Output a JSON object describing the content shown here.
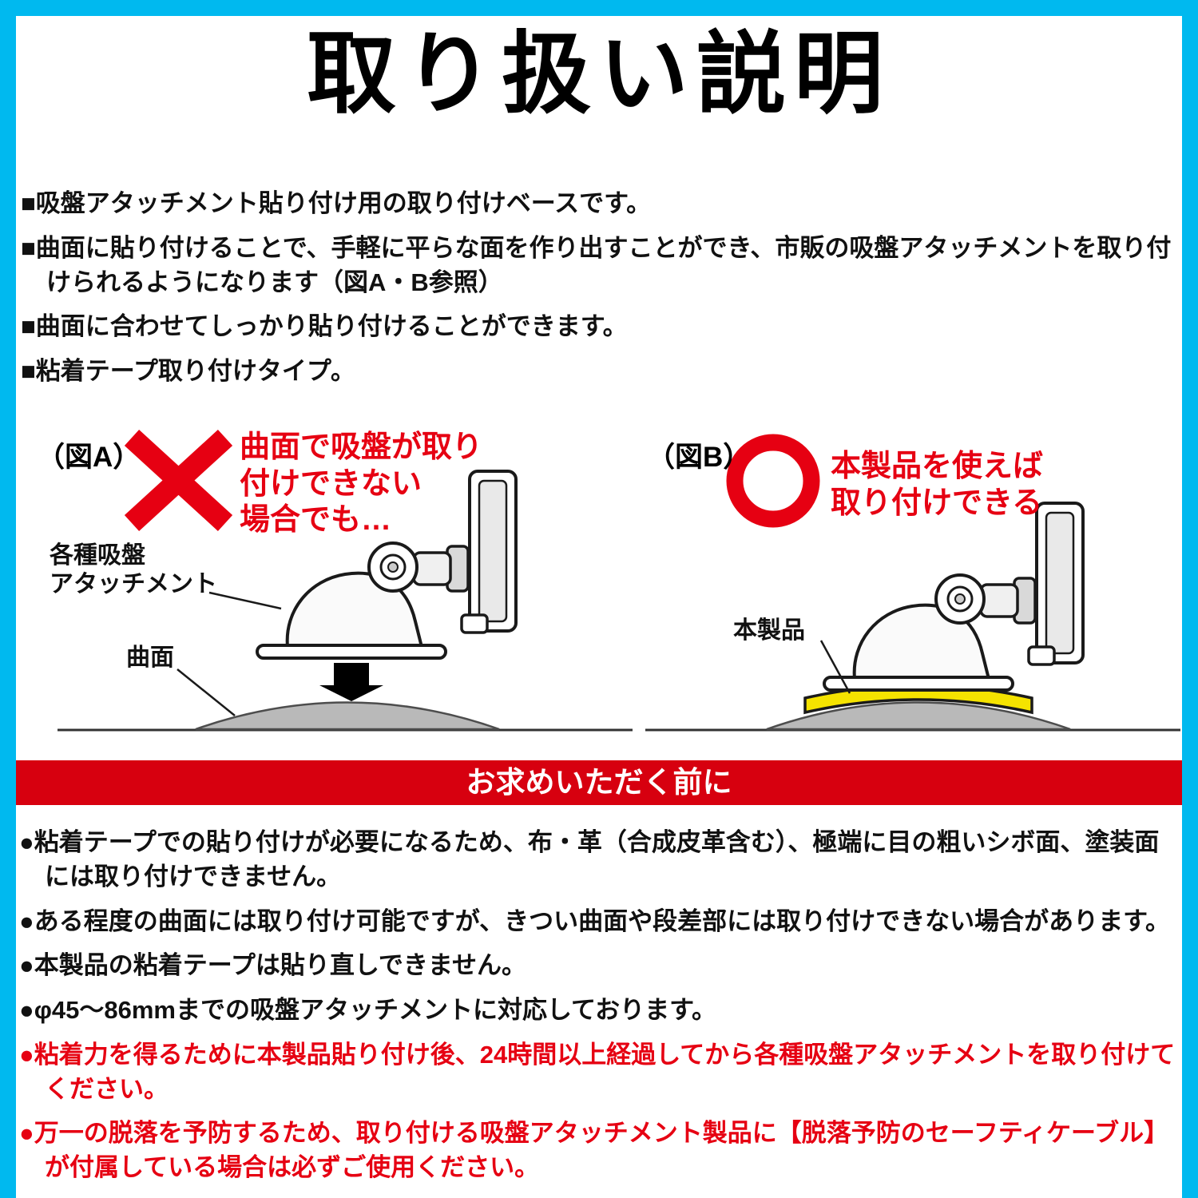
{
  "page": {
    "title": "取り扱い説明"
  },
  "intro_bullets": [
    "■吸盤アタッチメント貼り付け用の取り付けベースです。",
    "■曲面に貼り付けることで、手軽に平らな面を作り出すことができ、市販の吸盤アタッチメントを取り付けられるようになります（図A・B参照）",
    "■曲面に合わせてしっかり貼り付けることができます。",
    "■粘着テープ取り付けタイプ。"
  ],
  "figure_a": {
    "label": "（図A）",
    "mark_icon": "cross-icon",
    "caption": "曲面で吸盤が取り\n付けできない\n場合でも…",
    "annotation_attachment": "各種吸盤\nアタッチメント",
    "annotation_surface": "曲面"
  },
  "figure_b": {
    "label": "（図B）",
    "mark_icon": "circle-icon",
    "caption": "本製品を使えば\n取り付けできる",
    "annotation_product": "本製品"
  },
  "notice_banner": "お求めいただく前に",
  "notes": [
    {
      "text": "●粘着テープでの貼り付けが必要になるため、布・革（合成皮革含む）、極端に目の粗いシボ面、塗装面には取り付けできません。",
      "emphasis": "normal"
    },
    {
      "text": "●ある程度の曲面には取り付け可能ですが、きつい曲面や段差部には取り付けできない場合があります。",
      "emphasis": "normal"
    },
    {
      "text": "●本製品の粘着テープは貼り直しできません。",
      "emphasis": "normal"
    },
    {
      "text": "●φ45～86mmまでの吸盤アタッチメントに対応しております。",
      "emphasis": "normal"
    },
    {
      "text": "●粘着力を得るために本製品貼り付け後、24時間以上経過してから各種吸盤アタッチメントを取り付けてください。",
      "emphasis": "red"
    },
    {
      "text": "●万一の脱落を予防するため、取り付ける吸盤アタッチメント製品に【脱落予防のセーフティケーブル】が付属している場合は必ずご使用ください。",
      "emphasis": "red"
    }
  ],
  "colors": {
    "frame_cyan": "#00b9ef",
    "accent_red": "#e60012",
    "banner_red": "#d7000f",
    "pad_yellow": "#f5e300",
    "surface_gray": "#b9b9b9"
  }
}
